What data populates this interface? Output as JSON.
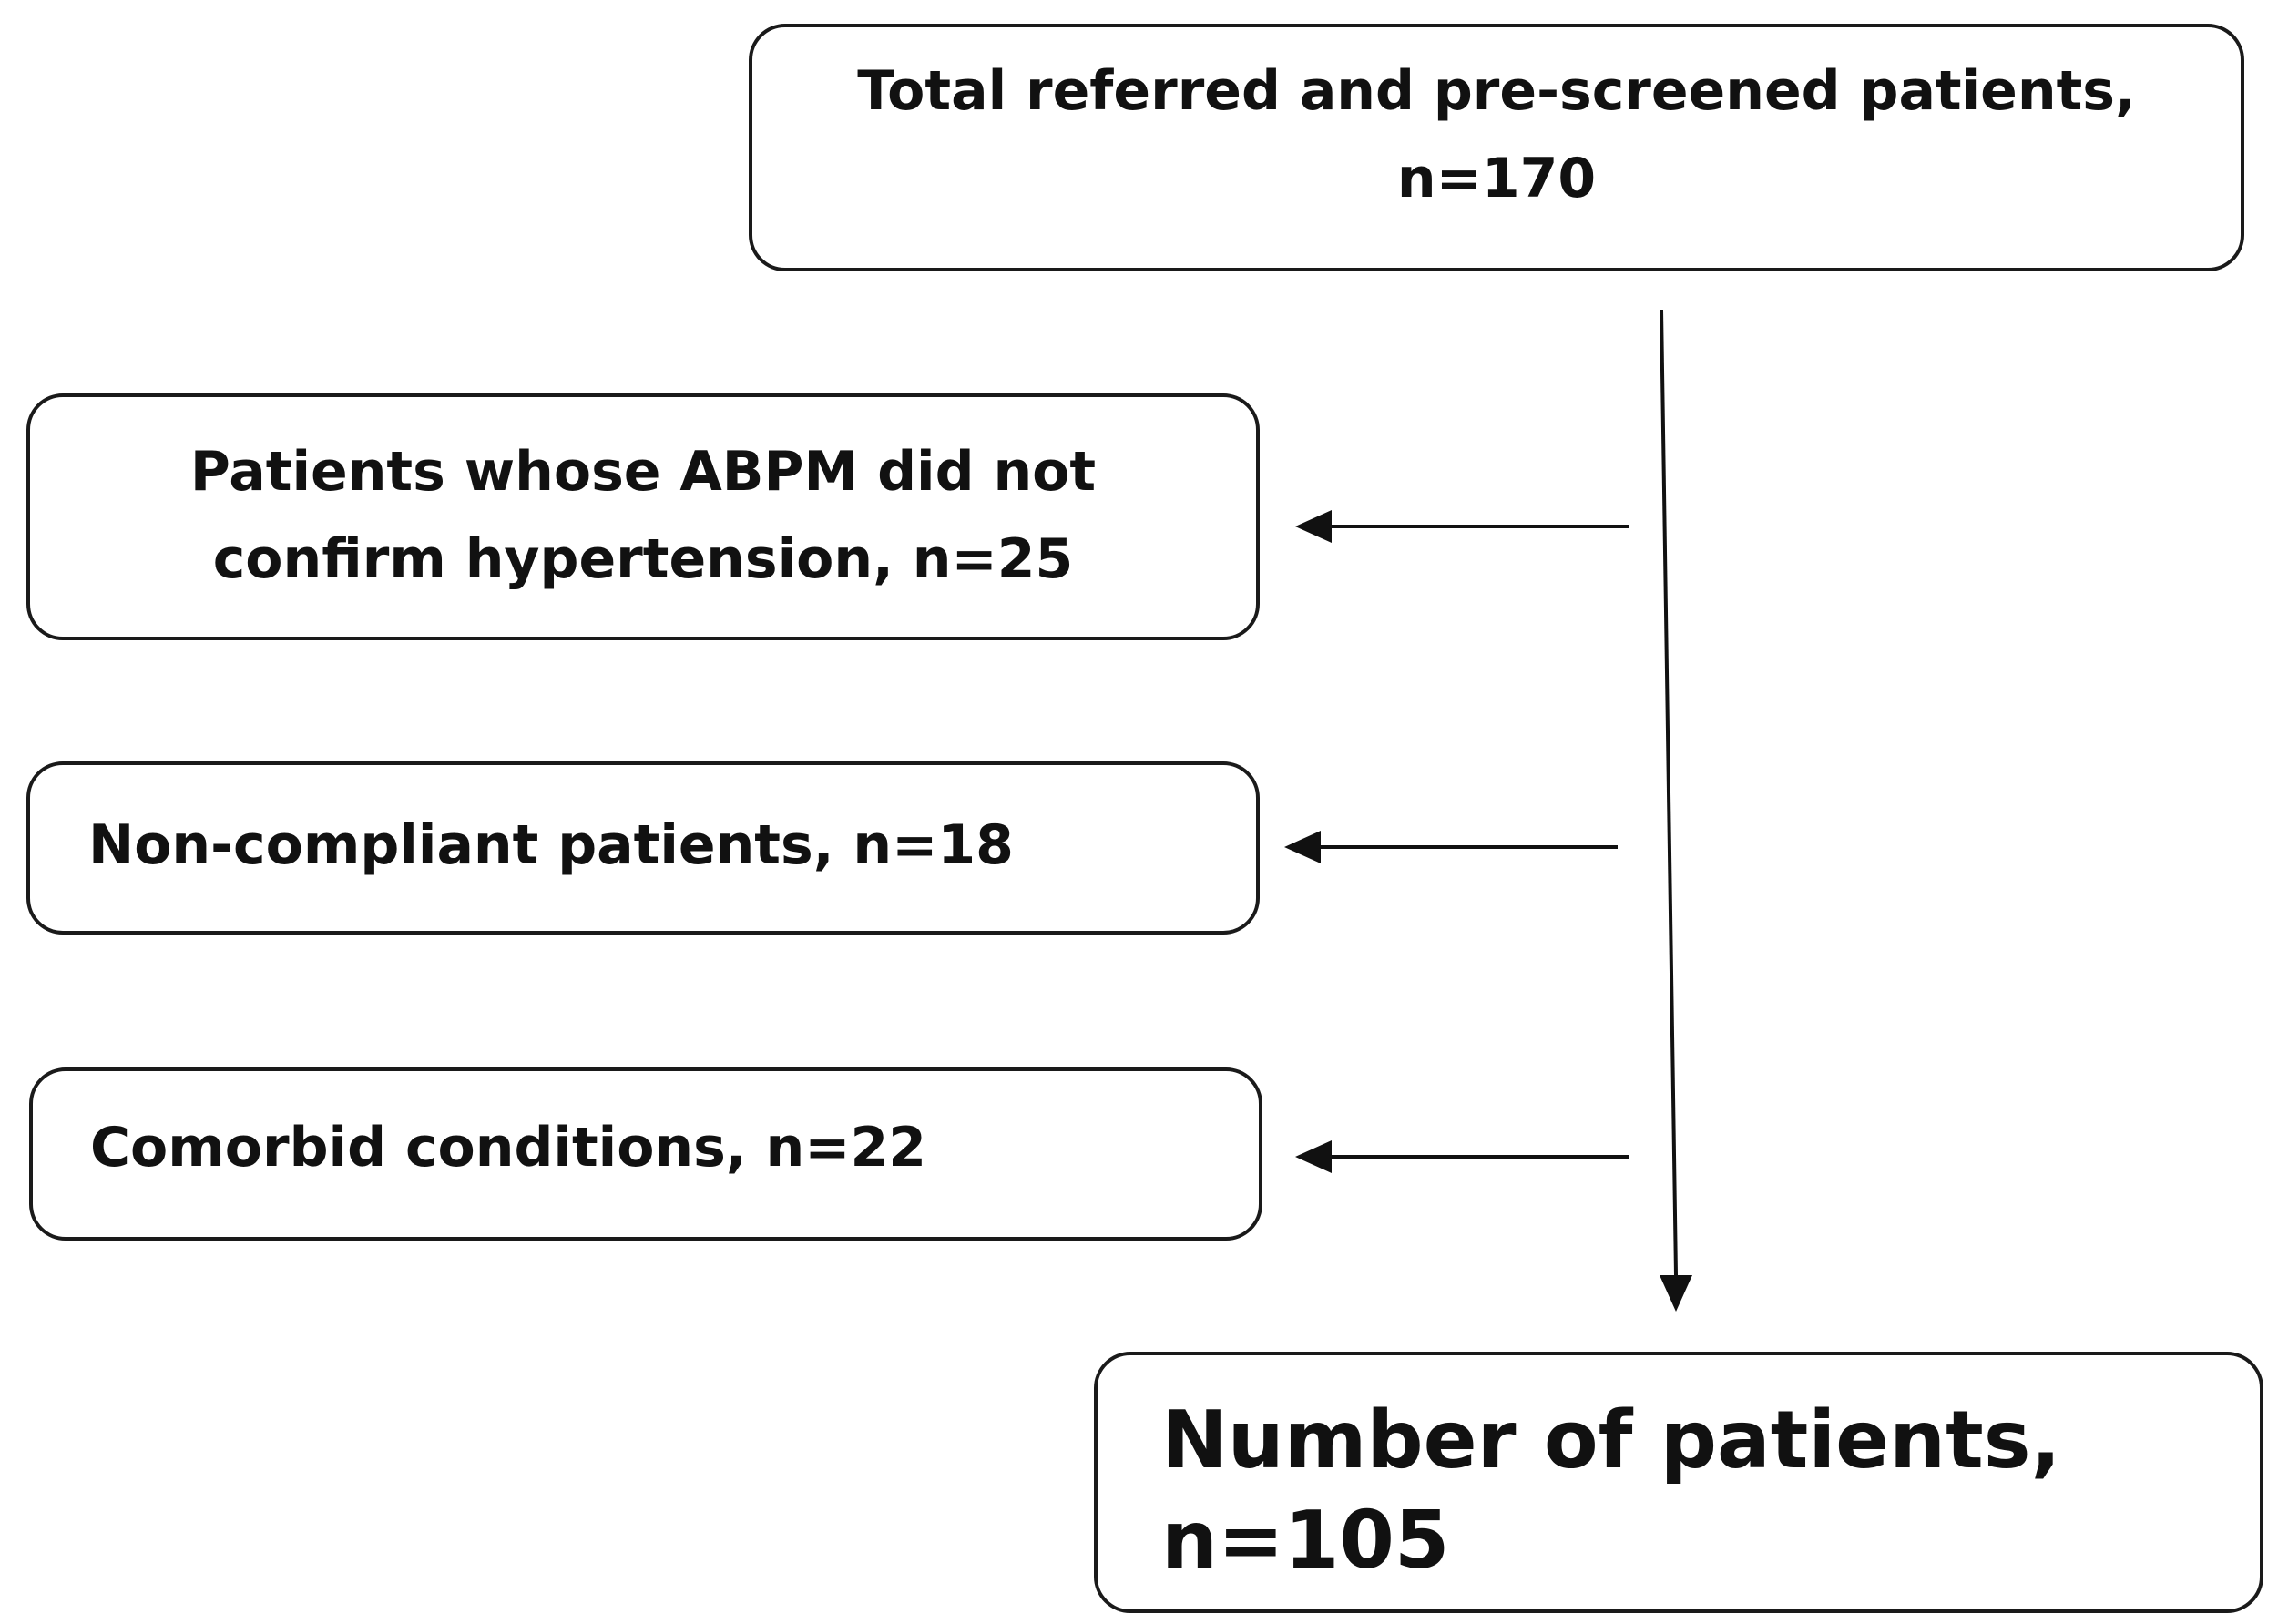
{
  "flowchart": {
    "total": {
      "line1": "Total referred and pre-screened patients,",
      "line2": "n=170"
    },
    "exclusions": [
      {
        "line1": "Patients whose ABPM did not",
        "line2": "confirm hypertension, n=25"
      },
      {
        "line1": "Non-compliant patients, n=18"
      },
      {
        "line1": "Comorbid conditions, n=22"
      }
    ],
    "final": {
      "line1": "Number of patients, n=105"
    }
  }
}
